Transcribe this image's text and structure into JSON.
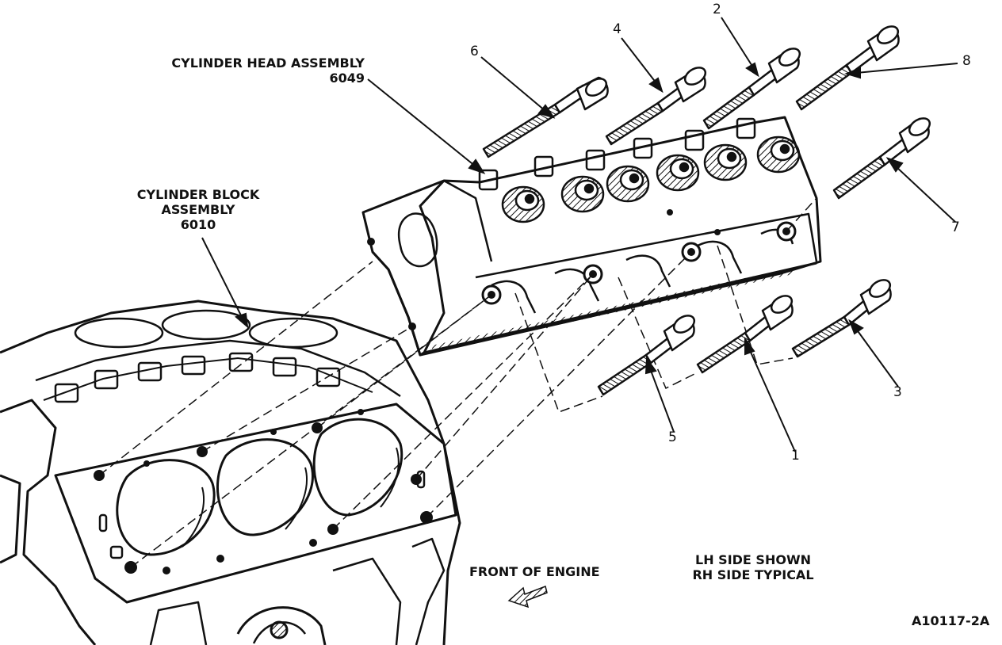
{
  "labels": {
    "cylinder_head": {
      "line1": "CYLINDER HEAD ASSEMBLY",
      "line2": "6049"
    },
    "cylinder_block": {
      "line1": "CYLINDER BLOCK",
      "line2": "ASSEMBLY",
      "line3": "6010"
    },
    "front_of_engine": "FRONT OF ENGINE",
    "side_note": {
      "line1": "LH SIDE SHOWN",
      "line2": "RH SIDE TYPICAL"
    },
    "figure_id": "A10117-2A"
  },
  "bolts": [
    {
      "number": "1"
    },
    {
      "number": "2"
    },
    {
      "number": "3"
    },
    {
      "number": "4"
    },
    {
      "number": "5"
    },
    {
      "number": "6"
    },
    {
      "number": "7"
    },
    {
      "number": "8"
    }
  ],
  "colors": {
    "ink": "#111111",
    "paper": "#ffffff"
  }
}
